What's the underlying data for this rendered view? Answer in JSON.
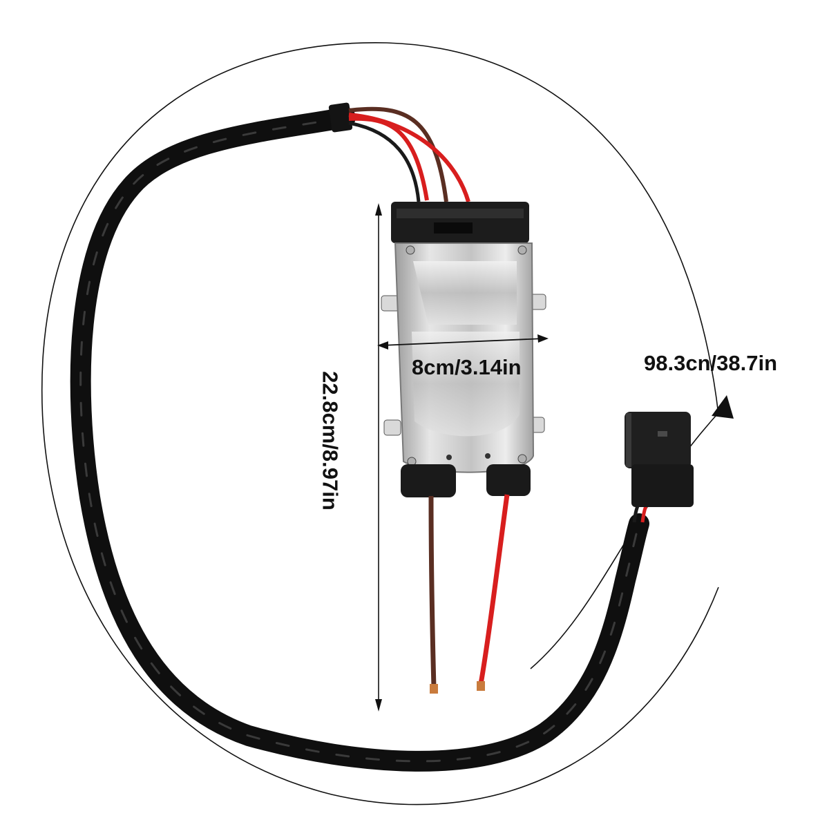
{
  "dimensions": {
    "height": "22.8cm/8.97in",
    "width": "8cm/3.14in",
    "cable_length": "98.3cn/38.7in"
  },
  "colors": {
    "background": "#ffffff",
    "cable": "#141414",
    "wire_red": "#d81e1e",
    "wire_brown": "#5a2e22",
    "housing": "#c9c9c9",
    "connector": "#1c1c1c",
    "guide_line": "#111111"
  }
}
